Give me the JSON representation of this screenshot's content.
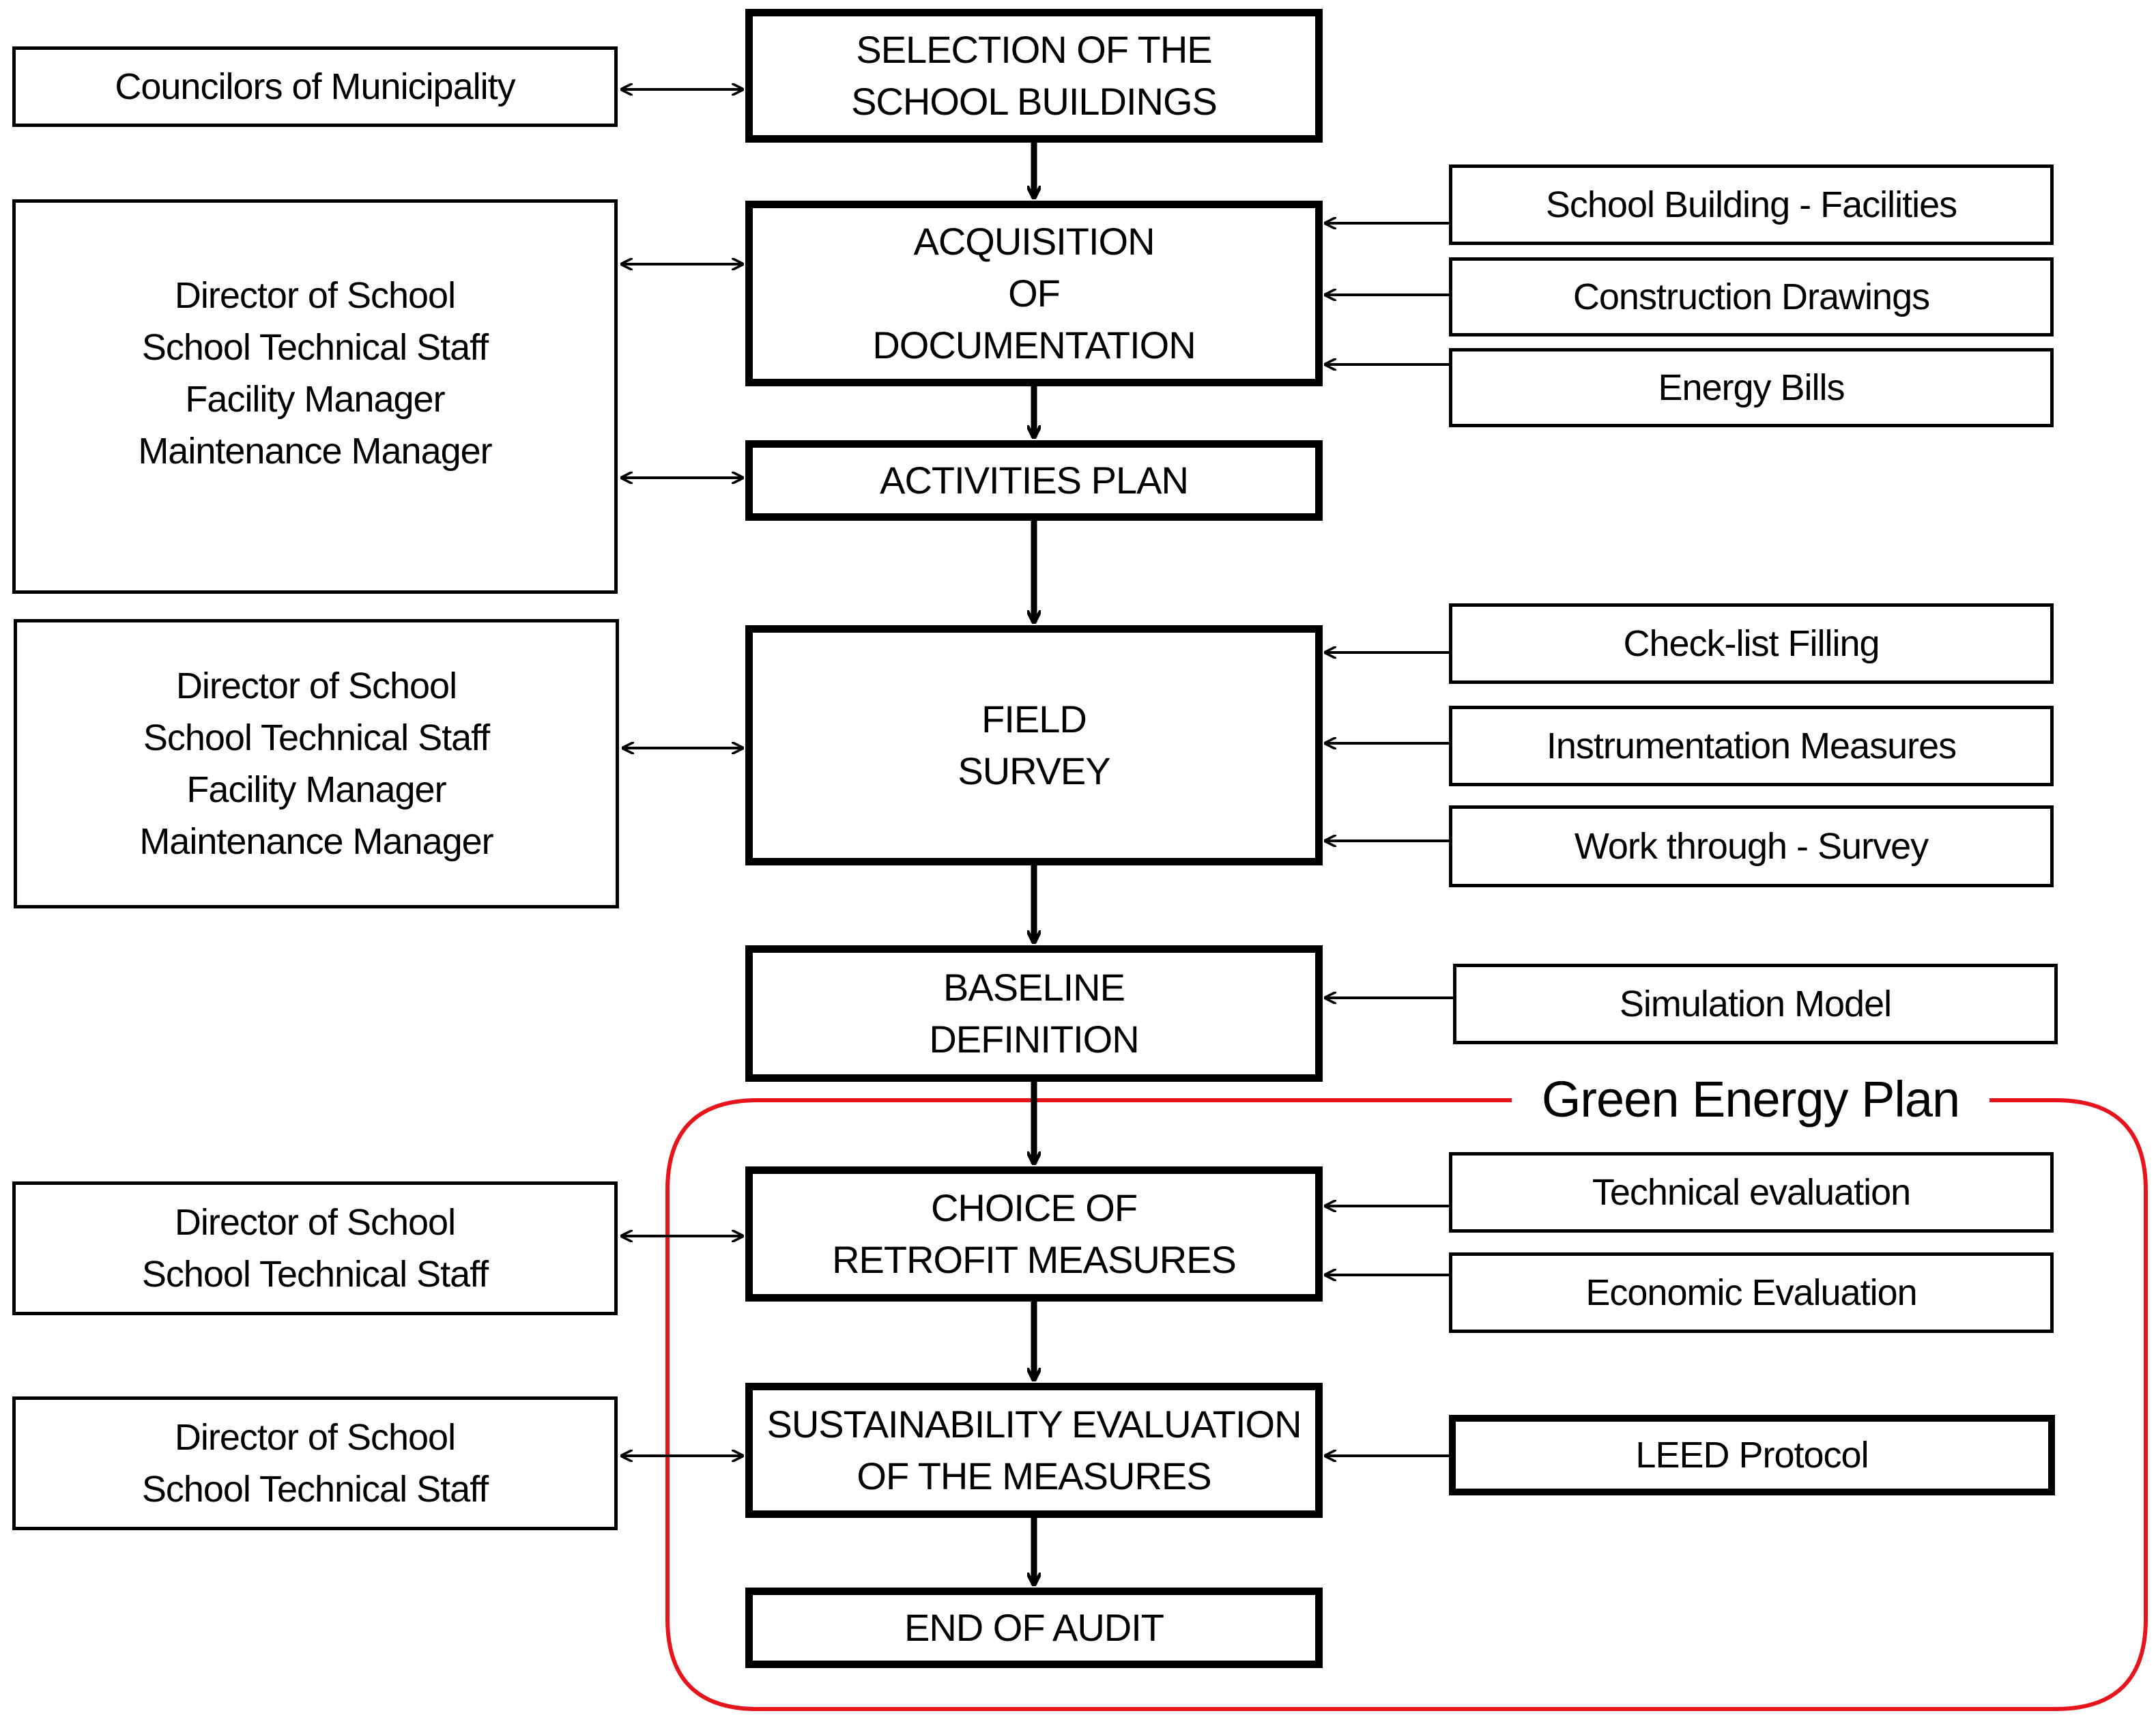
{
  "process_steps": {
    "selection": "SELECTION OF THE\nSCHOOL BUILDINGS",
    "acquisition": "ACQUISITION\nOF\nDOCUMENTATION",
    "activities": "ACTIVITIES PLAN",
    "field_survey": "FIELD\nSURVEY",
    "baseline": "BASELINE\nDEFINITION",
    "choice": "CHOICE OF\nRETROFIT MEASURES",
    "sustainability": "SUSTAINABILITY EVALUATION\nOF THE MEASURES",
    "end": "END OF AUDIT"
  },
  "stakeholders": {
    "councilors": "Councilors of Municipality",
    "group_documentation": "Director of School\nSchool Technical Staff\nFacility Manager\nMaintenance Manager",
    "group_survey": "Director of School\nSchool Technical Staff\nFacility Manager\nMaintenance Manager",
    "group_choice": "Director of School\nSchool Technical Staff",
    "group_sustainability": "Director of School\nSchool Technical Staff"
  },
  "inputs": {
    "facilities": "School Building - Facilities",
    "drawings": "Construction Drawings",
    "bills": "Energy Bills",
    "checklist": "Check-list Filling",
    "instrumentation": "Instrumentation Measures",
    "work_through": "Work through  - Survey",
    "simulation": "Simulation Model",
    "technical": "Technical evaluation",
    "economic": "Economic Evaluation",
    "leed": "LEED Protocol"
  },
  "green_energy_plan": {
    "label": "Green Energy Plan",
    "color": "#e8141c"
  },
  "line_color": "#000000"
}
